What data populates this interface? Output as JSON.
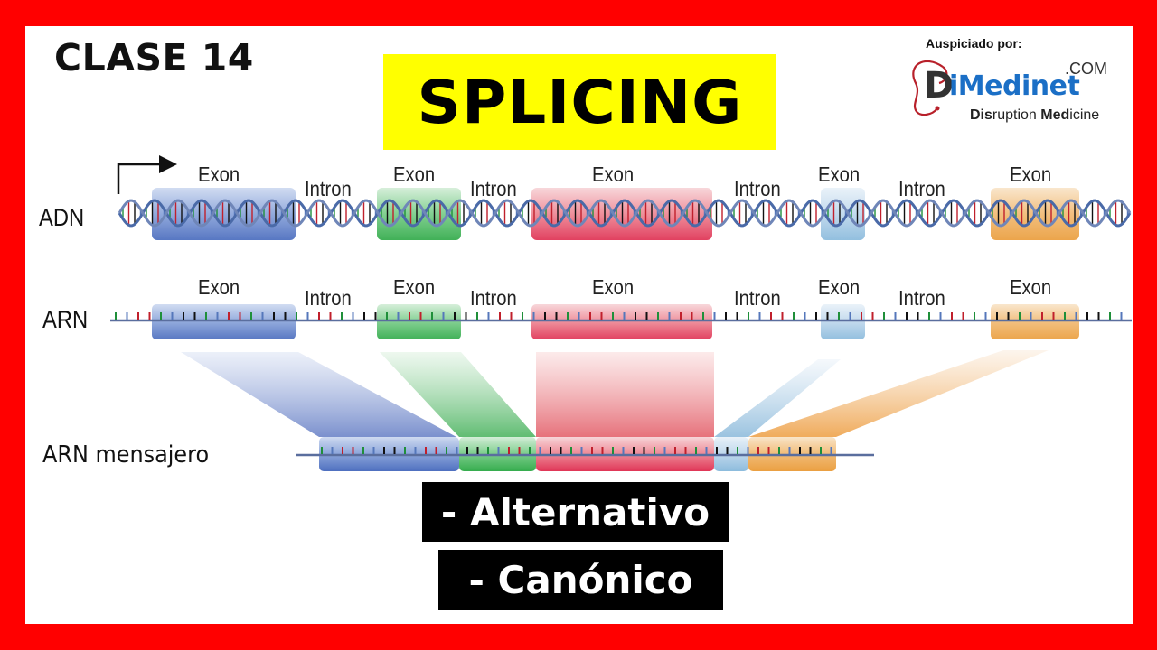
{
  "header": {
    "class_label": "CLASE 14",
    "title": "SPLICING"
  },
  "sponsor": {
    "label": "Auspiciado por:",
    "logo_letter": "D",
    "brand": "iMedinet",
    "domain": ".COM",
    "tagline_parts": [
      "Dis",
      "ruption ",
      "Med",
      "icine"
    ],
    "brand_color": "#1b6fc6"
  },
  "diagram": {
    "rows": [
      {
        "label": "ADN"
      },
      {
        "label": "ARN"
      },
      {
        "label": "ARN mensajero"
      }
    ],
    "segments": [
      {
        "type": "Exon",
        "color": "#3a5fb8"
      },
      {
        "type": "Intron"
      },
      {
        "type": "Exon",
        "color": "#1fa33a"
      },
      {
        "type": "Intron"
      },
      {
        "type": "Exon",
        "color": "#e0304a"
      },
      {
        "type": "Intron"
      },
      {
        "type": "Exon",
        "color": "#7fb4d9"
      },
      {
        "type": "Intron"
      },
      {
        "type": "Exon",
        "color": "#e8952c"
      }
    ],
    "labels": {
      "exon": "Exon",
      "intron": "Intron"
    },
    "start_arrow": "transcription-start-arrow"
  },
  "tags": [
    {
      "label": "- Alternativo"
    },
    {
      "label": "- Canónico"
    }
  ],
  "colors": {
    "frame": "#ff0000",
    "title_bg": "#ffff00",
    "tag_bg": "#000000",
    "tag_text": "#ffffff"
  }
}
